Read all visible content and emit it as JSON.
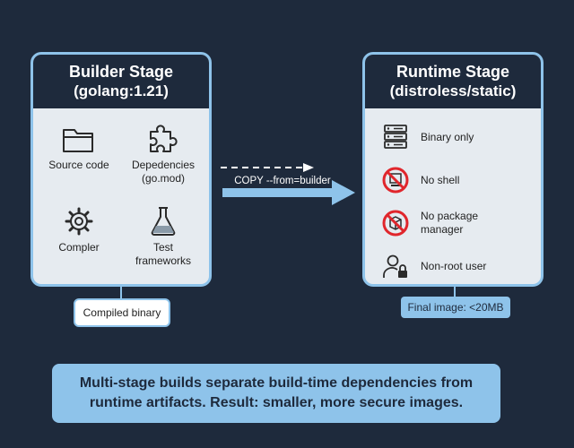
{
  "builder": {
    "title": "Builder Stage",
    "subtitle": "(golang:1.21)",
    "items": [
      {
        "icon": "folder-icon",
        "label": "Source code"
      },
      {
        "icon": "puzzle-icon",
        "label": "Depedencies\n(go.mod)"
      },
      {
        "icon": "gear-icon",
        "label": "Compler"
      },
      {
        "icon": "flask-icon",
        "label": "Test\nframeworks"
      }
    ],
    "output_label": "Compiled binary"
  },
  "runtime": {
    "title": "Runtime Stage",
    "subtitle": "(distroless/static)",
    "items": [
      {
        "icon": "server-icon",
        "label": "Binary only"
      },
      {
        "icon": "no-shell-icon",
        "label": "No shell"
      },
      {
        "icon": "no-package-icon",
        "label": "No package\nmanager"
      },
      {
        "icon": "user-lock-icon",
        "label": "Non-root user"
      }
    ],
    "output_label": "Final image: <20MB"
  },
  "copy_label": "COPY --from=builder",
  "summary": "Multi-stage builds separate build-time dependencies from runtime artifacts. Result: smaller, more secure images.",
  "colors": {
    "background": "#1e2a3c",
    "accent": "#8ec3ea",
    "panel": "#e6ebf0",
    "prohibit": "#e0262c"
  }
}
